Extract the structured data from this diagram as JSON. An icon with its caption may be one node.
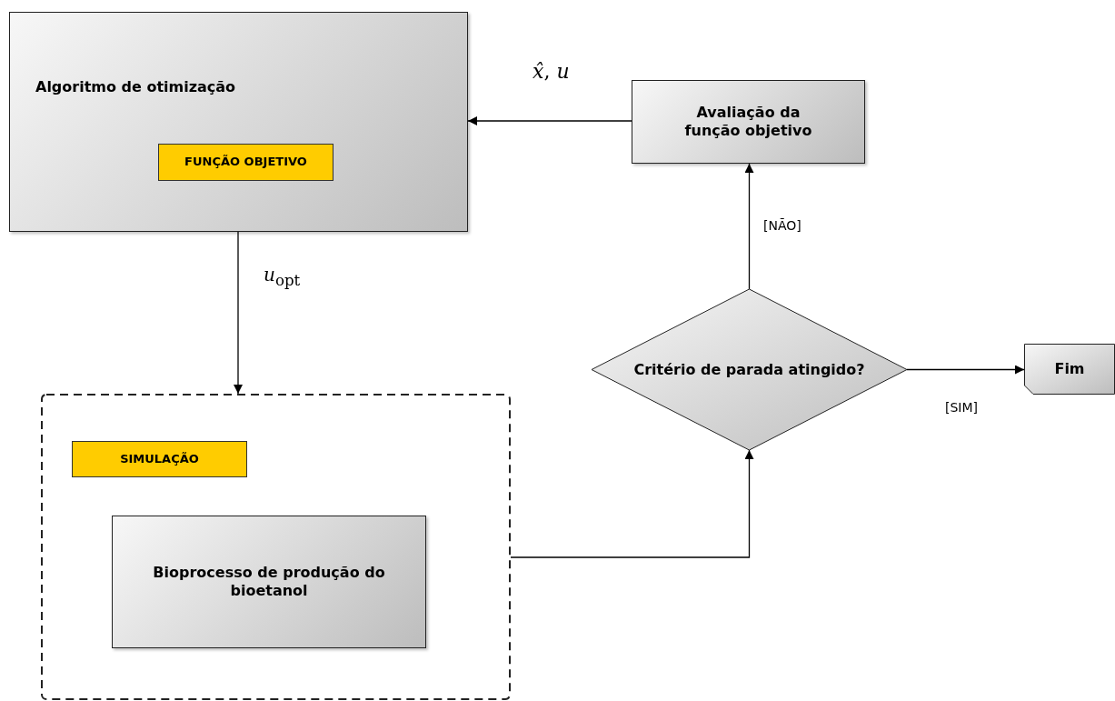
{
  "diagram": {
    "nodes": [
      {
        "text": [
          "Algoritmo de otimização"
        ]
      },
      {
        "text": [
          "FUNÇÃO OBJETIVO"
        ],
        "in": 0
      },
      {
        "text": [],
        "shape": "box"
      },
      {
        "text": [
          "SIMULAÇÃO"
        ],
        "in": 2
      },
      {
        "text": [
          "Bioprocesso de produção do bioetanol"
        ],
        "in": 2
      },
      {
        "text": [
          "Avaliação da função objetivo"
        ]
      },
      {
        "text": [
          "Critério de parada atingido?"
        ]
      },
      {
        "text": [
          "Fim"
        ]
      }
    ],
    "edges": [
      {
        "from": 0,
        "to": 2,
        "arrow": "to",
        "label": "*u*$_{opt}$"
      },
      {
        "from": 2,
        "to": 6,
        "arrow": "to"
      },
      {
        "from": 6,
        "to": 5,
        "arrow": "to",
        "label": "[NÃO]"
      },
      {
        "from": 5,
        "to": 0,
        "arrow": "to",
        "label": "*x̂*, *u*"
      },
      {
        "from": 6,
        "to": 7,
        "arrow": "to",
        "label": "[SIM]"
      }
    ]
  }
}
